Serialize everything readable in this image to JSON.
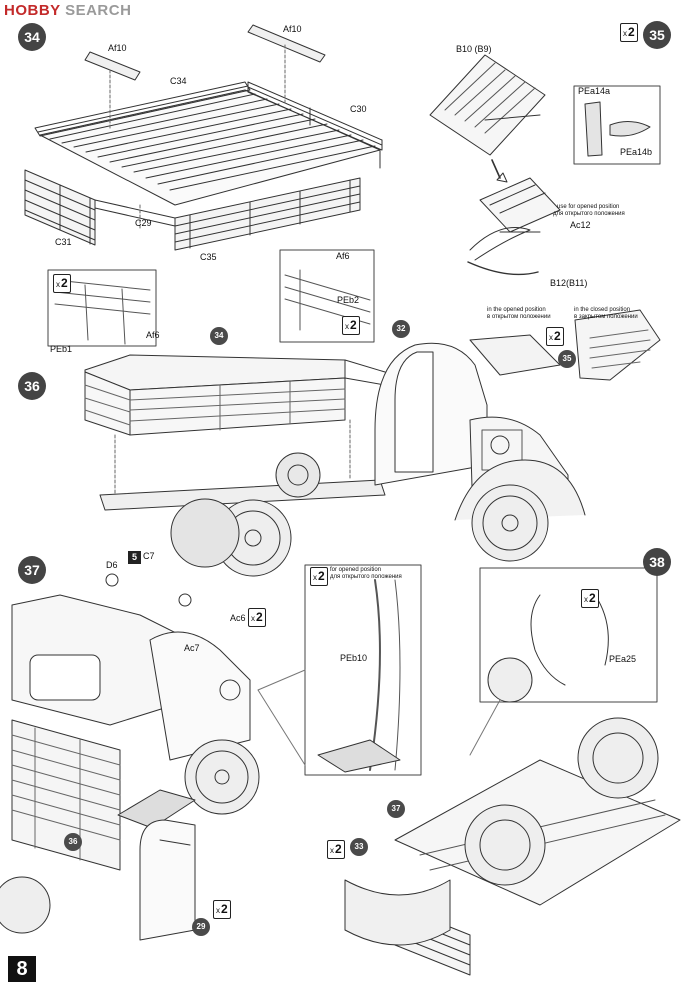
{
  "watermark": {
    "brand": "HOBBY",
    "rest": "SEARCH"
  },
  "page_number": "8",
  "steps": {
    "s34": "34",
    "s35": "35",
    "s36": "36",
    "s37": "37",
    "s38": "38"
  },
  "quantity": {
    "x": "x",
    "n": "2"
  },
  "step34": {
    "af10_left": "Af10",
    "af10_right": "Af10",
    "c34": "C34",
    "c30": "C30",
    "c29": "C29",
    "c31": "C31",
    "c35": "C35"
  },
  "step35": {
    "b10": "B10 (B9)",
    "pea14a": "PEa14a",
    "pea14b": "PEa14b",
    "opened_en": "use for opened position",
    "opened_ru": "для открытого положения",
    "ac12": "Ac12",
    "b12": "B12(B11)"
  },
  "step36": {
    "peb1": "PEb1",
    "af6_left": "Af6",
    "af6_right": "Af6",
    "peb2": "PEb2",
    "ref34": "34",
    "ref32": "32",
    "ref35": "35",
    "opened_pos_en": "in the opened position",
    "opened_pos_ru": "в открытом положении",
    "closed_pos_en": "in the closed position",
    "closed_pos_ru": "в закрытом положении"
  },
  "step37": {
    "d6": "D6",
    "c7": "C7",
    "num5": "5",
    "ac6": "Ac6",
    "ac7": "Ac7",
    "for_opened_en": "for opened position",
    "for_opened_ru": "для открытого положения",
    "peb10": "PEb10",
    "ref36": "36",
    "ref29": "29"
  },
  "step38": {
    "pea25": "PEa25",
    "ref37": "37",
    "ref33": "33"
  }
}
